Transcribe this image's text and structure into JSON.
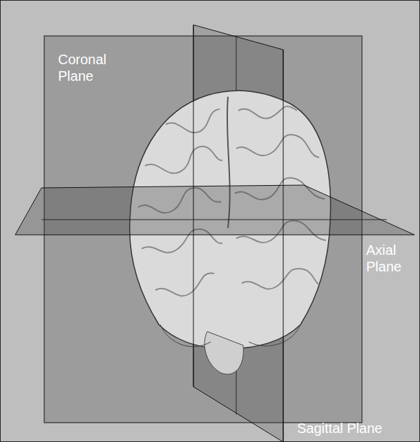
{
  "diagram": {
    "labels": [
      "Coronal Plane",
      "Axial Plane",
      "Sagittal Plane"
    ]
  }
}
